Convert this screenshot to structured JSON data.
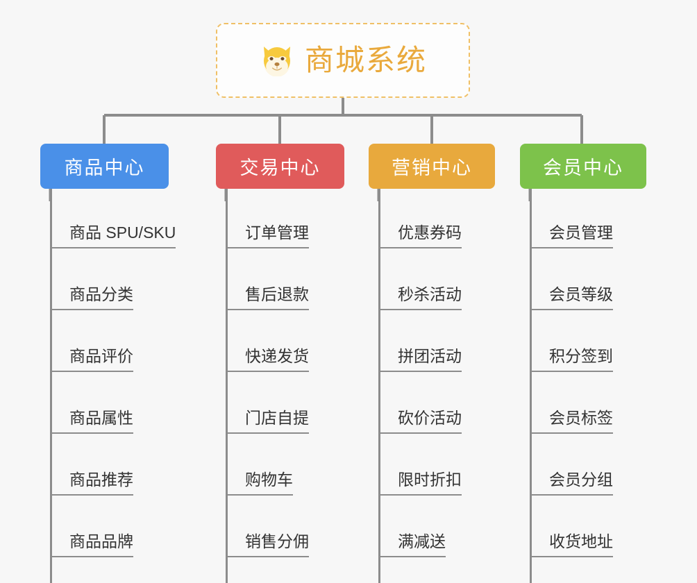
{
  "root": {
    "icon": "shiba-dog-emoji",
    "title": "商城系统"
  },
  "colors": {
    "background": "#f7f7f7",
    "root_border": "#f0c066",
    "root_text": "#e9a93c",
    "connector": "#8c8c8c",
    "leaf_text": "#333333",
    "category_blue": "#4a90e8",
    "category_red": "#e05b5b",
    "category_orange": "#e8a93d",
    "category_green": "#7dc24b"
  },
  "categories": [
    {
      "label": "商品中心",
      "color": "#4a90e8",
      "items": [
        "商品 SPU/SKU",
        "商品分类",
        "商品评价",
        "商品属性",
        "商品推荐",
        "商品品牌"
      ]
    },
    {
      "label": "交易中心",
      "color": "#e05b5b",
      "items": [
        "订单管理",
        "售后退款",
        "快递发货",
        "门店自提",
        "购物车",
        "销售分佣"
      ]
    },
    {
      "label": "营销中心",
      "color": "#e8a93d",
      "items": [
        "优惠券码",
        "秒杀活动",
        "拼团活动",
        "砍价活动",
        "限时折扣",
        "满减送"
      ]
    },
    {
      "label": "会员中心",
      "color": "#7dc24b",
      "items": [
        "会员管理",
        "会员等级",
        "积分签到",
        "会员标签",
        "会员分组",
        "收货地址"
      ]
    }
  ]
}
